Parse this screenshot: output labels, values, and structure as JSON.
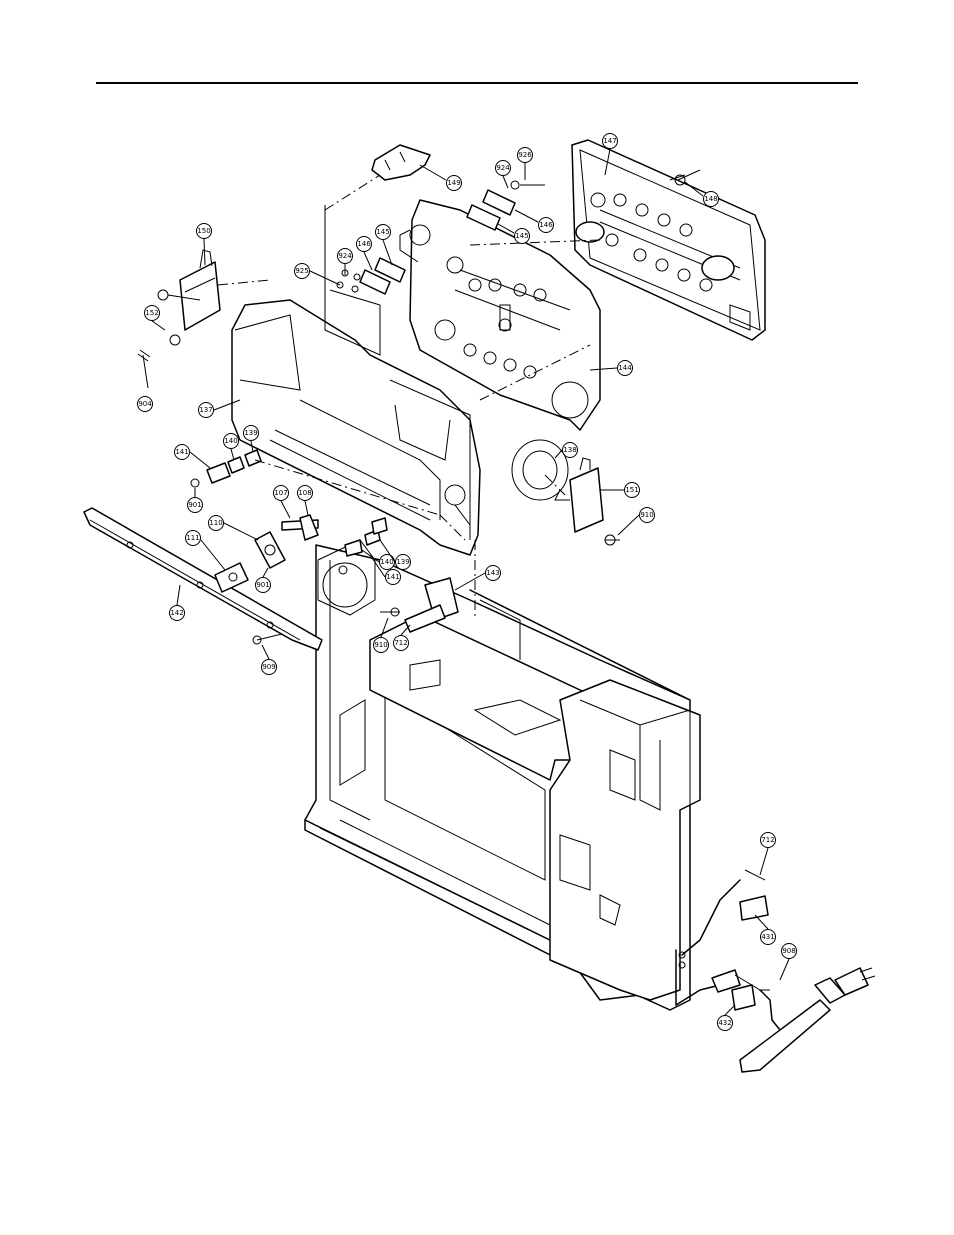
{
  "callouts": [
    {
      "id": "c147",
      "label": "147"
    },
    {
      "id": "c149",
      "label": "149"
    },
    {
      "id": "c924a",
      "label": "924"
    },
    {
      "id": "c926",
      "label": "926"
    },
    {
      "id": "c148",
      "label": "148"
    },
    {
      "id": "c146a",
      "label": "146"
    },
    {
      "id": "c145a",
      "label": "145"
    },
    {
      "id": "c150",
      "label": "150"
    },
    {
      "id": "c924b",
      "label": "924"
    },
    {
      "id": "c146b",
      "label": "146"
    },
    {
      "id": "c145b",
      "label": "145"
    },
    {
      "id": "c925",
      "label": "925"
    },
    {
      "id": "c152",
      "label": "152"
    },
    {
      "id": "c904",
      "label": "904"
    },
    {
      "id": "c144",
      "label": "144"
    },
    {
      "id": "c137",
      "label": "137"
    },
    {
      "id": "c139a",
      "label": "139"
    },
    {
      "id": "c140a",
      "label": "140"
    },
    {
      "id": "c141a",
      "label": "141"
    },
    {
      "id": "c138",
      "label": "138"
    },
    {
      "id": "c901a",
      "label": "901"
    },
    {
      "id": "c151",
      "label": "151"
    },
    {
      "id": "c107",
      "label": "107"
    },
    {
      "id": "c108",
      "label": "108"
    },
    {
      "id": "c910a",
      "label": "910"
    },
    {
      "id": "c110",
      "label": "110"
    },
    {
      "id": "c111",
      "label": "111"
    },
    {
      "id": "c139b",
      "label": "139"
    },
    {
      "id": "c140b",
      "label": "140"
    },
    {
      "id": "c141b",
      "label": "141"
    },
    {
      "id": "c901b",
      "label": "901"
    },
    {
      "id": "c143",
      "label": "143"
    },
    {
      "id": "c142",
      "label": "142"
    },
    {
      "id": "c910b",
      "label": "910"
    },
    {
      "id": "c712a",
      "label": "712"
    },
    {
      "id": "c909",
      "label": "909"
    },
    {
      "id": "c712b",
      "label": "712"
    },
    {
      "id": "c431",
      "label": "431"
    },
    {
      "id": "c908",
      "label": "908"
    },
    {
      "id": "c432",
      "label": "432"
    }
  ]
}
